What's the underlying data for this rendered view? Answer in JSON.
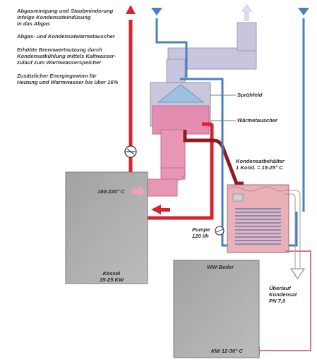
{
  "notes": [
    "Abgasreinigung und Staubminderung\ninfolge Kondensateindüsung\nin das Abgas",
    "Abgas- und Kondensatwärmetauscher",
    "Erhöhte Brennwertnutzung durch\nKondensatkühlung mittels Kaltwasser-\nzulauf zum Warmwasserspeicher",
    "Zusätzlicher Energiegewinn für\nHeizung und Warmwasser bis über 16%"
  ],
  "labels": {
    "spruehfeld": "Sprühfeld",
    "waermetauscher": "Wärmetauscher",
    "kondensatbehaelter": "Kondensatbehälter\n1 Kond. = 15-25° C",
    "flue_temp": "160-220° C",
    "kessel": "Kessel\n15-25 KW",
    "pumpe": "Pumpe\n120 l/h",
    "ww_boiler": "WW-Boiler",
    "ueberlauf": "Überlauf\nKondensat\nPN 7,0",
    "kw_temp": "KW 12-30° C"
  },
  "colors": {
    "hot_red": "#d8232e",
    "dark_red": "#8e1b1f",
    "cold_blue": "#4a7fc3",
    "flue_pink": "#e796b4",
    "flue_grey": "#c7c6de",
    "boiler_grey": "#b3b3b3",
    "light_pink": "#eab0b8"
  },
  "icons": {
    "pump": "pump-icon",
    "arrows": "flow-arrow-icon"
  }
}
